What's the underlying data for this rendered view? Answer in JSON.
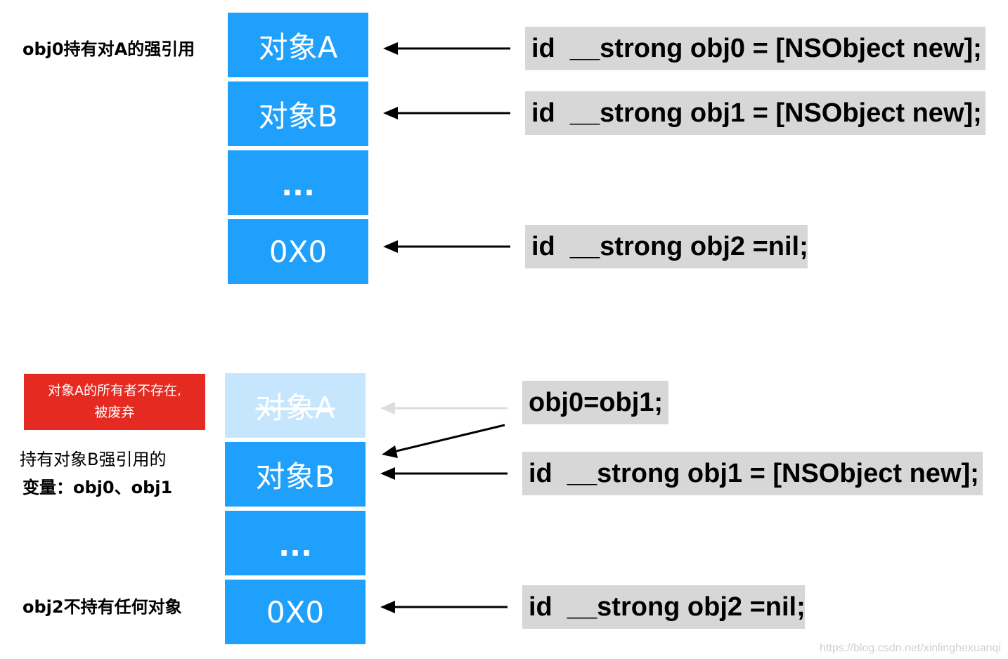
{
  "top": {
    "label": "obj0持有对A的强引用",
    "blocks": [
      "对象A",
      "对象B",
      "...",
      "0X0"
    ],
    "code": [
      "id  __strong obj0 = [NSObject new];",
      "id  __strong obj1 = [NSObject new];",
      "id  __strong obj2 =nil;"
    ]
  },
  "bottom": {
    "badge_line1": "对象A的所有者不存在,",
    "badge_line2": "被废弃",
    "label_line1": "持有对象B强引用的",
    "label_line2": "变量：obj0、obj1",
    "label_obj2": "obj2不持有任何对象",
    "blocks": [
      "对象A",
      "对象B",
      "...",
      "0X0"
    ],
    "code": [
      "obj0=obj1;",
      "id  __strong obj1 = [NSObject new];",
      "id  __strong obj2 =nil;"
    ]
  },
  "watermark": "https://blog.csdn.net/xinlinghexuanqi",
  "colors": {
    "block": "#1ea0fc",
    "block_faded": "#c5e6fd",
    "code_bg": "#d7d7d7",
    "badge": "#e42a21",
    "arrow": "#000000",
    "arrow_faded": "#dddddd"
  }
}
